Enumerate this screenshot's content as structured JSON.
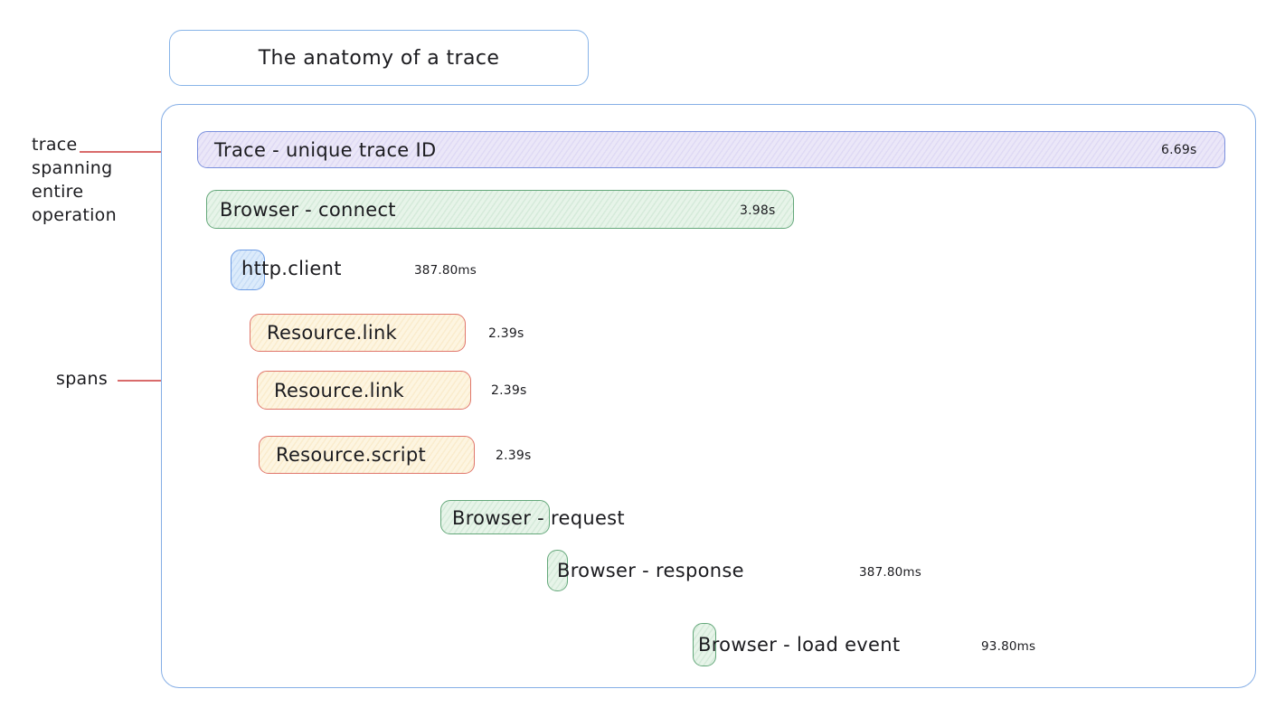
{
  "title": "The anatomy of a trace",
  "annotations": {
    "trace_lines": [
      "trace",
      "spanning",
      "entire",
      "operation"
    ],
    "spans_label": "spans"
  },
  "spans": [
    {
      "name": "Trace - unique trace ID",
      "duration": "6.69s",
      "kind": "trace"
    },
    {
      "name": "Browser - connect",
      "duration": "3.98s",
      "kind": "browser"
    },
    {
      "name": "http.client",
      "duration": "387.80ms",
      "kind": "http"
    },
    {
      "name": "Resource.link",
      "duration": "2.39s",
      "kind": "resource"
    },
    {
      "name": "Resource.link",
      "duration": "2.39s",
      "kind": "resource"
    },
    {
      "name": "Resource.script",
      "duration": "2.39s",
      "kind": "resource"
    },
    {
      "name": "Browser - request",
      "duration": "",
      "kind": "browser"
    },
    {
      "name": "Browser - response",
      "duration": "387.80ms",
      "kind": "browser"
    },
    {
      "name": "Browser - load event",
      "duration": "93.80ms",
      "kind": "browser"
    }
  ],
  "colors": {
    "container_border": "#85aee6",
    "trace_fill": "#ebe7f8",
    "trace_border": "#7b90dd",
    "browser_fill": "#e7f4e9",
    "browser_border": "#64a87a",
    "http_fill": "#dcebfb",
    "http_border": "#6b9be4",
    "resource_fill": "#fdf5e1",
    "resource_border": "#e0766b",
    "annotation_line": "#d96b6b",
    "text": "#1b1b1f"
  }
}
